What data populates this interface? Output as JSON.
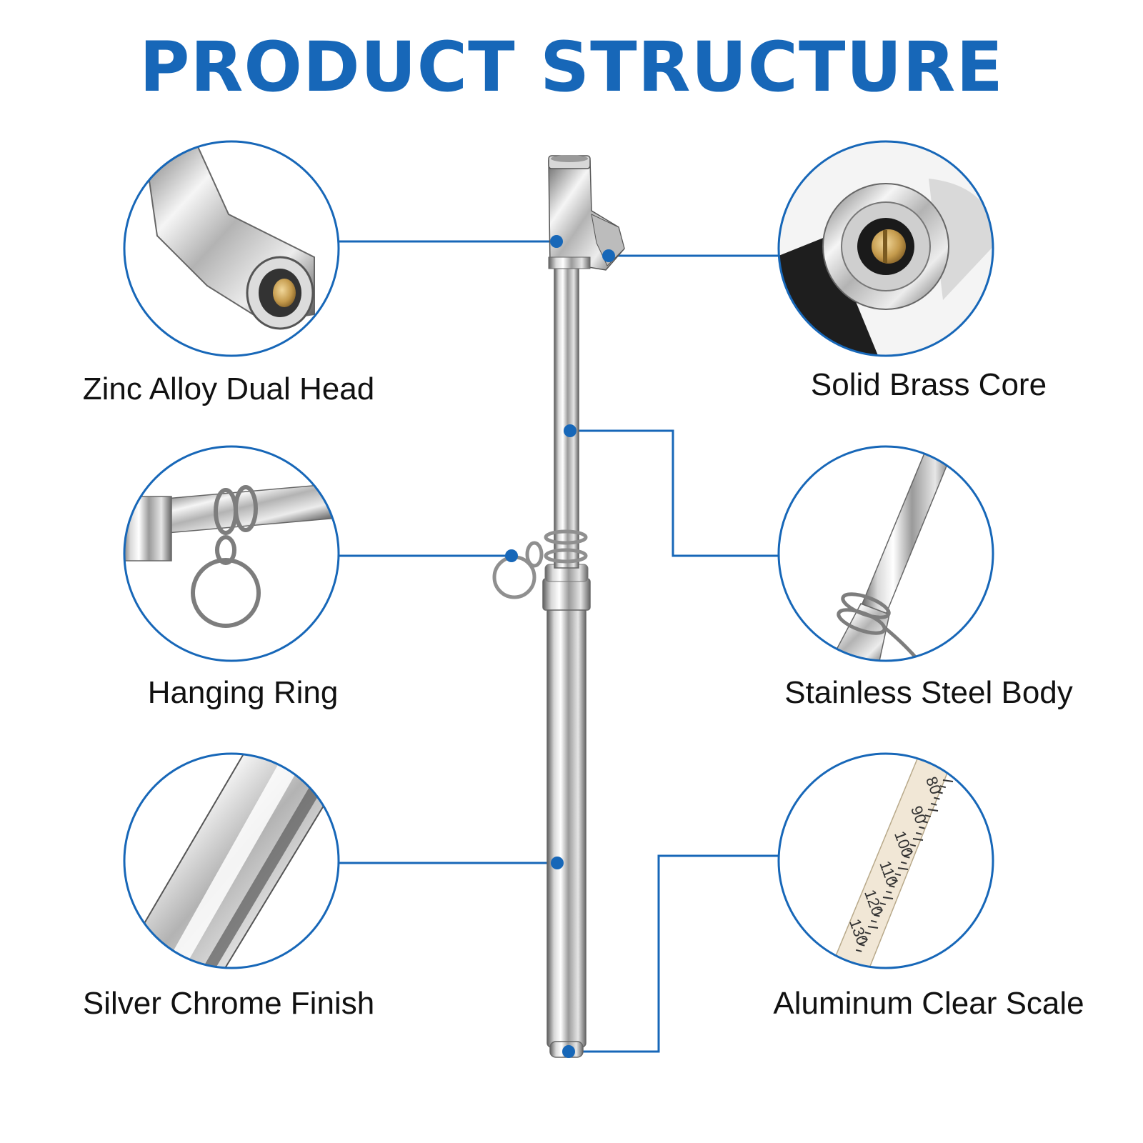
{
  "header": {
    "title": "PRODUCT STRUCTURE"
  },
  "colors": {
    "accent": "#1767b8",
    "metal_light": "#f2f2f2",
    "metal_dark": "#7a7a7a",
    "brass": "#c9a35a"
  },
  "features": [
    {
      "label": "Zinc Alloy Dual Head",
      "icon": "dual-head-closeup"
    },
    {
      "label": "Solid Brass Core",
      "icon": "brass-core-closeup"
    },
    {
      "label": "Hanging Ring",
      "icon": "hanging-ring-closeup"
    },
    {
      "label": "Stainless Steel Body",
      "icon": "steel-body-closeup"
    },
    {
      "label": "Silver Chrome Finish",
      "icon": "chrome-finish-closeup"
    },
    {
      "label": "Aluminum Clear Scale",
      "icon": "scale-closeup"
    }
  ],
  "scale_ticks": [
    "80",
    "90",
    "100",
    "110",
    "120",
    "130"
  ]
}
